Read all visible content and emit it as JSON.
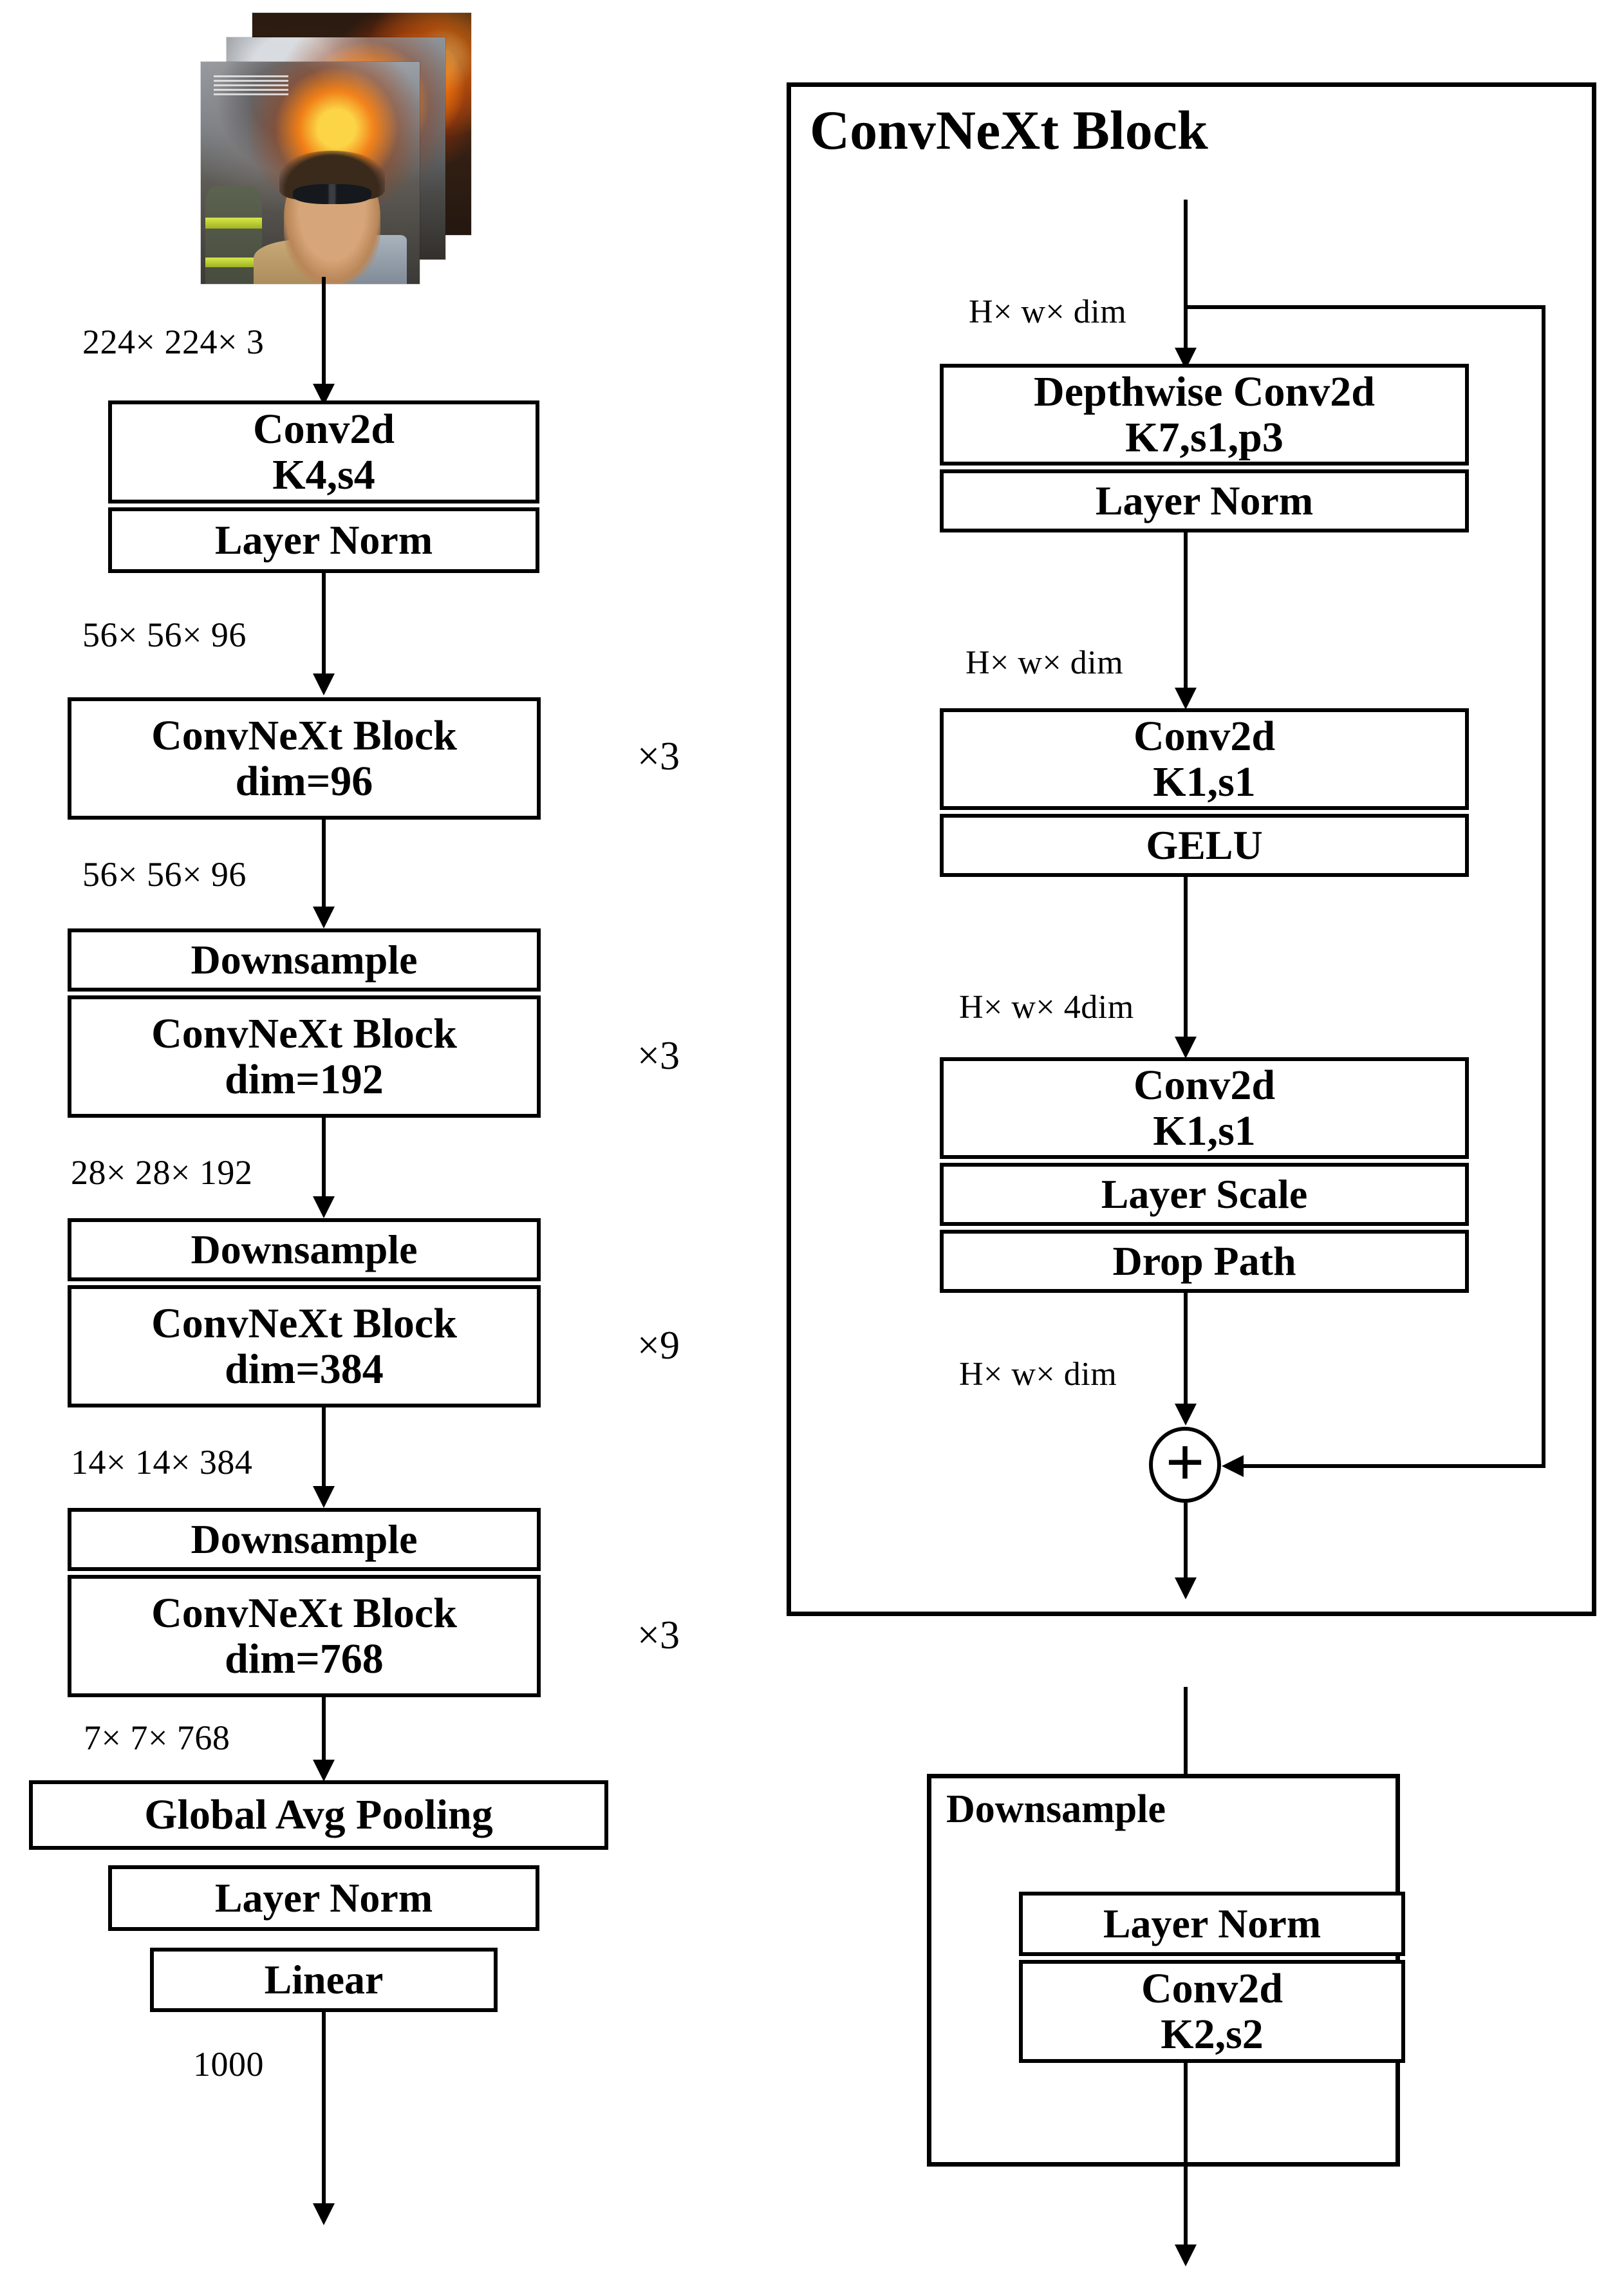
{
  "diagram": {
    "title": "ConvNeXt architecture diagram",
    "input_images": {
      "count": 3,
      "description": "stack of three photographs: firefighter selfie in front of a burning building",
      "alt": "input image stack"
    },
    "backbone": {
      "dims_labels": {
        "input": "224× 224× 3",
        "after_stem": "56× 56× 96",
        "after_stage1": "56× 56× 96",
        "after_stage2": "28× 28× 192",
        "after_stage3": "14× 14× 384",
        "after_stage4": "7× 7× 768",
        "output": "1000"
      },
      "blocks": [
        {
          "name": "stem-conv",
          "lines": [
            "Conv2d",
            "K4,s4"
          ],
          "repeat": ""
        },
        {
          "name": "stem-layernorm",
          "lines": [
            "Layer Norm"
          ],
          "repeat": ""
        },
        {
          "name": "stage1-convnext",
          "lines": [
            "ConvNeXt Block",
            "dim=96"
          ],
          "repeat": "×3"
        },
        {
          "name": "downsample-1",
          "lines": [
            "Downsample"
          ],
          "repeat": ""
        },
        {
          "name": "stage2-convnext",
          "lines": [
            "ConvNeXt Block",
            "dim=192"
          ],
          "repeat": "×3"
        },
        {
          "name": "downsample-2",
          "lines": [
            "Downsample"
          ],
          "repeat": ""
        },
        {
          "name": "stage3-convnext",
          "lines": [
            "ConvNeXt Block",
            "dim=384"
          ],
          "repeat": "×9"
        },
        {
          "name": "downsample-3",
          "lines": [
            "Downsample"
          ],
          "repeat": ""
        },
        {
          "name": "stage4-convnext",
          "lines": [
            "ConvNeXt Block",
            "dim=768"
          ],
          "repeat": "×3"
        },
        {
          "name": "global-avg-pooling",
          "lines": [
            "Global Avg Pooling"
          ],
          "repeat": ""
        },
        {
          "name": "head-layernorm",
          "lines": [
            "Layer Norm"
          ],
          "repeat": ""
        },
        {
          "name": "head-linear",
          "lines": [
            "Linear"
          ],
          "repeat": ""
        }
      ]
    },
    "convnext_block_panel": {
      "title": "ConvNeXt Block",
      "dims_labels": {
        "input": "H× w× dim",
        "after_norm": "H× w× dim",
        "after_gelu": "H× w× 4dim",
        "before_add": "H× w× dim"
      },
      "blocks": [
        {
          "name": "depthwise-conv2d",
          "lines": [
            "Depthwise Conv2d",
            "K7,s1,p3"
          ]
        },
        {
          "name": "layer-norm",
          "lines": [
            "Layer Norm"
          ]
        },
        {
          "name": "pointwise-conv2d-1",
          "lines": [
            "Conv2d",
            "K1,s1"
          ]
        },
        {
          "name": "gelu",
          "lines": [
            "GELU"
          ]
        },
        {
          "name": "pointwise-conv2d-2",
          "lines": [
            "Conv2d",
            "K1,s1"
          ]
        },
        {
          "name": "layer-scale",
          "lines": [
            "Layer Scale"
          ]
        },
        {
          "name": "drop-path",
          "lines": [
            "Drop Path"
          ]
        }
      ],
      "residual_add_symbol": "+"
    },
    "downsample_panel": {
      "title": "Downsample",
      "blocks": [
        {
          "name": "layer-norm",
          "lines": [
            "Layer Norm"
          ]
        },
        {
          "name": "conv2d",
          "lines": [
            "Conv2d",
            "K2,s2"
          ]
        }
      ]
    }
  }
}
